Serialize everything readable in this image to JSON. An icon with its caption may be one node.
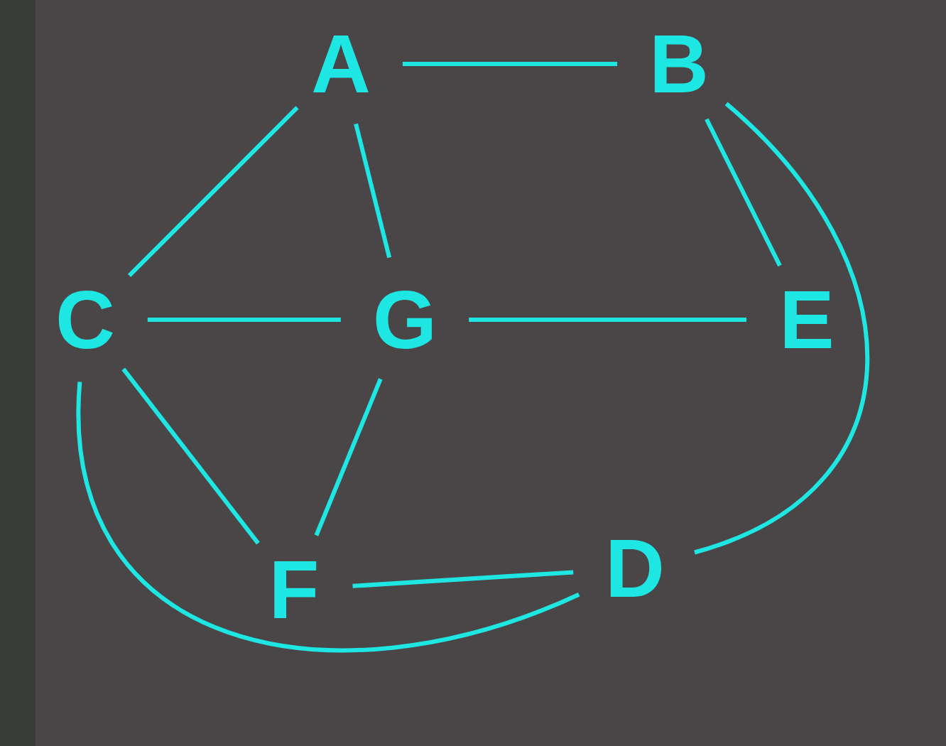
{
  "diagram": {
    "nodes": [
      {
        "text": [
          "A"
        ]
      },
      {
        "text": [
          "B"
        ]
      },
      {
        "text": [
          "C"
        ]
      },
      {
        "text": [
          "G"
        ]
      },
      {
        "text": [
          "E"
        ]
      },
      {
        "text": [
          "F"
        ]
      },
      {
        "text": [
          "D"
        ]
      }
    ],
    "edges": [
      {
        "from": 0,
        "to": 1,
        "arrow": "none"
      },
      {
        "from": 0,
        "to": 2,
        "arrow": "none"
      },
      {
        "from": 0,
        "to": 3,
        "arrow": "none"
      },
      {
        "from": 1,
        "to": 4,
        "arrow": "none"
      },
      {
        "from": 1,
        "to": 6,
        "arrow": "none"
      },
      {
        "from": 2,
        "to": 3,
        "arrow": "none"
      },
      {
        "from": 3,
        "to": 4,
        "arrow": "none"
      },
      {
        "from": 2,
        "to": 5,
        "arrow": "none"
      },
      {
        "from": 3,
        "to": 5,
        "arrow": "none"
      },
      {
        "from": 5,
        "to": 6,
        "arrow": "none"
      },
      {
        "from": 2,
        "to": 6,
        "arrow": "none"
      }
    ]
  }
}
